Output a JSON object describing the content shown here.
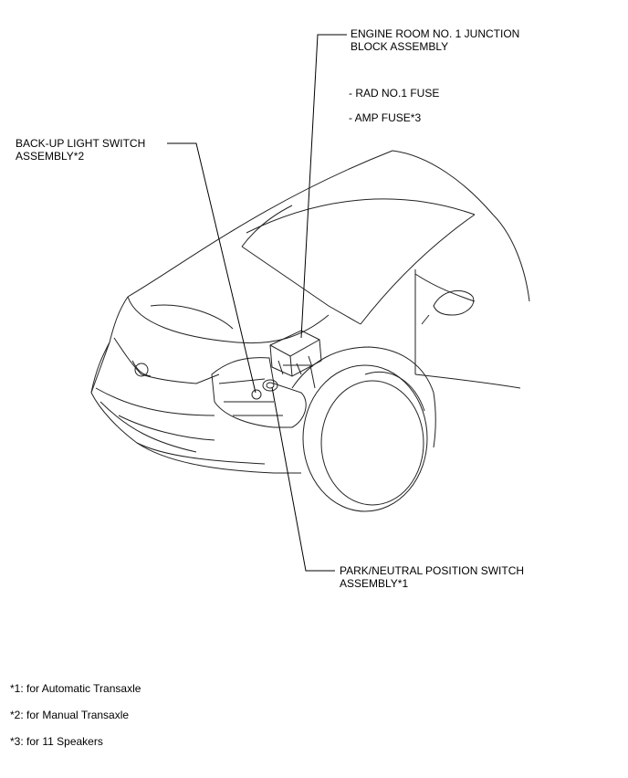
{
  "callouts": {
    "junction_block_line1": "ENGINE ROOM NO. 1 JUNCTION",
    "junction_block_line2": "BLOCK ASSEMBLY",
    "rad_fuse": "- RAD NO.1 FUSE",
    "amp_fuse": "- AMP FUSE*3",
    "backup_switch_line1": "BACK-UP LIGHT SWITCH",
    "backup_switch_line2": "ASSEMBLY*2",
    "park_switch_line1": "PARK/NEUTRAL POSITION SWITCH",
    "park_switch_line2": "ASSEMBLY*1"
  },
  "footnotes": {
    "note1": "*1: for Automatic Transaxle",
    "note2": "*2: for Manual Transaxle",
    "note3": "*3: for 11 Speakers"
  }
}
